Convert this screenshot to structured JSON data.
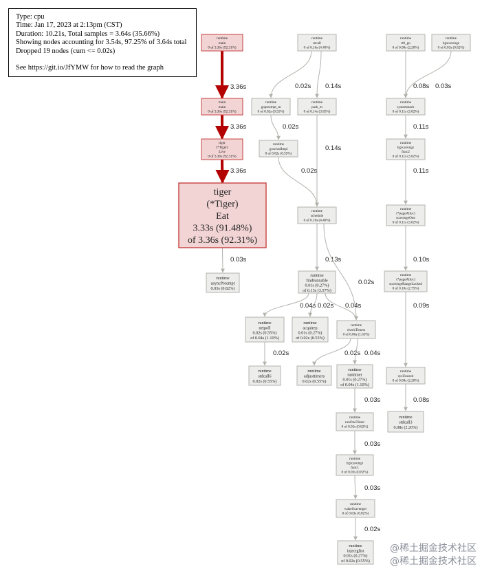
{
  "legend": {
    "type": "Type: cpu",
    "time": "Time: Jan 17, 2023 at 2:13pm (CST)",
    "duration": "Duration: 10.21s, Total samples = 3.64s (35.66%)",
    "showing": "Showing nodes accounting for 3.54s, 97.25% of 3.64s total",
    "dropped": "Dropped 19 nodes (cum <= 0.02s)",
    "link": "See https://git.io/JfYMW for how to read the graph"
  },
  "watermark": {
    "line1": "@稀土掘金技术社区",
    "line2": "@稀土掘金技术社区"
  },
  "colors": {
    "hot_fill": "#f2d4d4",
    "hot_border": "#c84040",
    "hot_edge": "#b30000",
    "cold_fill": "#ededec",
    "cold_border": "#b2b2ad",
    "cold_edge": "#b2b2ad"
  },
  "nodes": [
    {
      "id": "runtime-main",
      "style": "hot",
      "lines": [
        "runtime",
        "main",
        "0 of 3.36s (92.31%)"
      ]
    },
    {
      "id": "main-main",
      "style": "hot",
      "lines": [
        "main",
        "main",
        "0 of 3.36s (92.31%)"
      ]
    },
    {
      "id": "tiger-live",
      "style": "hot",
      "lines": [
        "tiger",
        "(*Tiger)",
        "Live",
        "0 of 3.36s (92.31%)"
      ]
    },
    {
      "id": "tiger-eat",
      "style": "big",
      "lines": [
        "tiger",
        "(*Tiger)",
        "Eat",
        "3.33s (91.48%)",
        "of 3.36s (92.31%)"
      ]
    },
    {
      "id": "async-preempt",
      "style": "cold",
      "lines": [
        "runtime",
        "asyncPreempt",
        "0.03s (0.82%)"
      ]
    },
    {
      "id": "mcall",
      "style": "cold",
      "lines": [
        "runtime",
        "mcall",
        "0 of 0.16s (4.40%)"
      ]
    },
    {
      "id": "gopreempt-m",
      "style": "cold",
      "lines": [
        "runtime",
        "gopreempt_m",
        "0 of 0.02s (0.55%)"
      ]
    },
    {
      "id": "park-m",
      "style": "cold",
      "lines": [
        "runtime",
        "park_m",
        "0 of 0.14s (3.85%)"
      ]
    },
    {
      "id": "goschedimpl",
      "style": "cold",
      "lines": [
        "runtime",
        "goschedImpl",
        "0 of 0.02s (0.55%)"
      ]
    },
    {
      "id": "schedule",
      "style": "cold",
      "lines": [
        "runtime",
        "schedule",
        "0 of 0.16s (4.40%)"
      ]
    },
    {
      "id": "findrunnable",
      "style": "cold",
      "lines": [
        "runtime",
        "findrunnable",
        "0.01s (0.27%)",
        "of 0.13s (3.57%)"
      ]
    },
    {
      "id": "netpoll",
      "style": "cold",
      "lines": [
        "runtime",
        "netpoll",
        "0.02s (0.55%)",
        "of 0.04s (1.10%)"
      ]
    },
    {
      "id": "acquirep",
      "style": "cold",
      "lines": [
        "runtime",
        "acquirep",
        "0.01s (0.27%)",
        "of 0.02s (0.55%)"
      ]
    },
    {
      "id": "checktimers",
      "style": "cold",
      "lines": [
        "runtime",
        "checkTimers",
        "0 of 0.06s (1.65%)"
      ]
    },
    {
      "id": "stdcall6",
      "style": "cold",
      "lines": [
        "runtime",
        "stdcall6",
        "0.02s (0.55%)"
      ]
    },
    {
      "id": "adjusttimers",
      "style": "cold",
      "lines": [
        "runtime",
        "adjusttimers",
        "0.02s (0.55%)"
      ]
    },
    {
      "id": "runtimer",
      "style": "cold",
      "lines": [
        "runtime",
        "runtimer",
        "0.01s (0.27%)",
        "of 0.04s (1.10%)"
      ]
    },
    {
      "id": "runonetimer",
      "style": "cold",
      "lines": [
        "runtime",
        "runOneTimer",
        "0 of 0.03s (0.82%)"
      ]
    },
    {
      "id": "bgscavenge-func1",
      "style": "cold",
      "lines": [
        "runtime",
        "bgscavenge",
        "func1",
        "0 of 0.03s (0.82%)"
      ]
    },
    {
      "id": "wakescavenger",
      "style": "cold",
      "lines": [
        "runtime",
        "wakeScavenger",
        "0 of 0.03s (0.82%)"
      ]
    },
    {
      "id": "injectglist",
      "style": "cold",
      "lines": [
        "runtime",
        "injectglist",
        "0.01s (0.27%)",
        "of 0.02s (0.55%)"
      ]
    },
    {
      "id": "systemstack",
      "style": "cold",
      "lines": [
        "runtime",
        "systemstack",
        "0 of 0.11s (3.02%)"
      ]
    },
    {
      "id": "rt0-go",
      "style": "cold",
      "lines": [
        "runtime",
        "rt0_go",
        "0 of 0.08s (2.20%)"
      ]
    },
    {
      "id": "bgscavenge",
      "style": "cold",
      "lines": [
        "runtime",
        "bgscavenge",
        "0 of 0.03s (0.82%)"
      ]
    },
    {
      "id": "bgscavenge-func2",
      "style": "cold",
      "lines": [
        "runtime",
        "bgscavenge",
        "func2",
        "0 of 0.11s (3.02%)"
      ]
    },
    {
      "id": "scavengeone",
      "style": "cold",
      "lines": [
        "runtime",
        "(*pageAlloc)",
        "scavengeOne",
        "0 of 0.11s (3.02%)"
      ]
    },
    {
      "id": "scavengerangelocked",
      "style": "cold",
      "lines": [
        "runtime",
        "(*pageAlloc)",
        "scavengeRangeLocked",
        "0 of 0.10s (2.75%)"
      ]
    },
    {
      "id": "sysunused",
      "style": "cold",
      "lines": [
        "runtime",
        "sysUnused",
        "0 of 0.08s (2.20%)"
      ]
    },
    {
      "id": "stdcall3",
      "style": "cold",
      "lines": [
        "runtime",
        "stdcall3",
        "0.08s (2.20%)"
      ]
    }
  ],
  "edges": [
    {
      "from": "runtime-main",
      "to": "main-main",
      "label": "3.36s",
      "style": "hot"
    },
    {
      "from": "main-main",
      "to": "tiger-live",
      "label": "3.36s",
      "style": "hot"
    },
    {
      "from": "tiger-live",
      "to": "tiger-eat",
      "label": "3.36s",
      "style": "hot"
    },
    {
      "from": "tiger-eat",
      "to": "async-preempt",
      "label": "0.03s",
      "style": "cold"
    },
    {
      "from": "mcall",
      "to": "gopreempt-m",
      "label": "0.02s",
      "style": "cold"
    },
    {
      "from": "mcall",
      "to": "park-m",
      "label": "0.14s",
      "style": "cold"
    },
    {
      "from": "gopreempt-m",
      "to": "goschedimpl",
      "label": "0.02s",
      "style": "cold"
    },
    {
      "from": "goschedimpl",
      "to": "schedule",
      "label": "0.02s",
      "style": "cold"
    },
    {
      "from": "park-m",
      "to": "schedule",
      "label": "0.14s",
      "style": "cold"
    },
    {
      "from": "schedule",
      "to": "findrunnable",
      "label": "0.13s",
      "style": "cold"
    },
    {
      "from": "schedule",
      "to": "checktimers",
      "label": "0.02s",
      "style": "cold"
    },
    {
      "from": "findrunnable",
      "to": "netpoll",
      "label": "0.04s",
      "style": "cold"
    },
    {
      "from": "findrunnable",
      "to": "acquirep",
      "label": "0.02s",
      "style": "cold"
    },
    {
      "from": "findrunnable",
      "to": "checktimers",
      "label": "0.04s",
      "style": "cold"
    },
    {
      "from": "netpoll",
      "to": "stdcall6",
      "label": "0.02s",
      "style": "cold"
    },
    {
      "from": "checktimers",
      "to": "adjusttimers",
      "label": "0.02s",
      "style": "cold"
    },
    {
      "from": "checktimers",
      "to": "runtimer",
      "label": "0.04s",
      "style": "cold"
    },
    {
      "from": "runtimer",
      "to": "runonetimer",
      "label": "0.03s",
      "style": "cold"
    },
    {
      "from": "runonetimer",
      "to": "bgscavenge-func1",
      "label": "0.03s",
      "style": "cold"
    },
    {
      "from": "bgscavenge-func1",
      "to": "wakescavenger",
      "label": "0.03s",
      "style": "cold"
    },
    {
      "from": "wakescavenger",
      "to": "injectglist",
      "label": "0.02s",
      "style": "cold"
    },
    {
      "from": "rt0-go",
      "to": "systemstack",
      "label": "0.08s",
      "style": "cold"
    },
    {
      "from": "bgscavenge",
      "to": "systemstack",
      "label": "0.03s",
      "style": "cold"
    },
    {
      "from": "systemstack",
      "to": "bgscavenge-func2",
      "label": "0.11s",
      "style": "cold"
    },
    {
      "from": "bgscavenge-func2",
      "to": "scavengeone",
      "label": "0.11s",
      "style": "cold"
    },
    {
      "from": "scavengeone",
      "to": "scavengerangelocked",
      "label": "0.10s",
      "style": "cold"
    },
    {
      "from": "scavengerangelocked",
      "to": "sysunused",
      "label": "0.09s",
      "style": "cold"
    },
    {
      "from": "sysunused",
      "to": "stdcall3",
      "label": "0.08s",
      "style": "cold"
    }
  ]
}
